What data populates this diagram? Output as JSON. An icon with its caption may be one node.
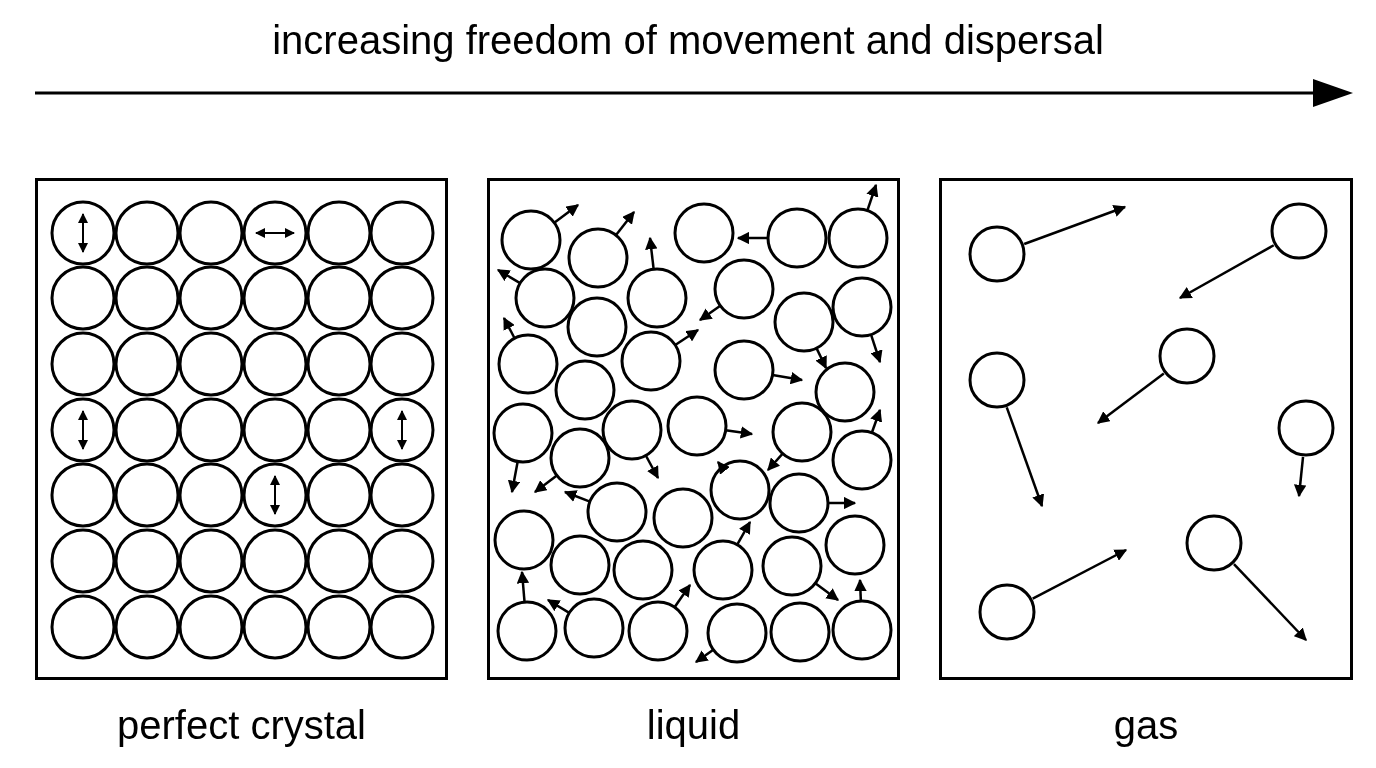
{
  "diagram": {
    "title": "increasing freedom of movement and dispersal",
    "nodes": [
      {
        "text": [
          "perfect crystal"
        ]
      },
      {
        "text": [
          "liquid"
        ]
      },
      {
        "text": [
          "gas"
        ]
      }
    ],
    "edges": []
  }
}
